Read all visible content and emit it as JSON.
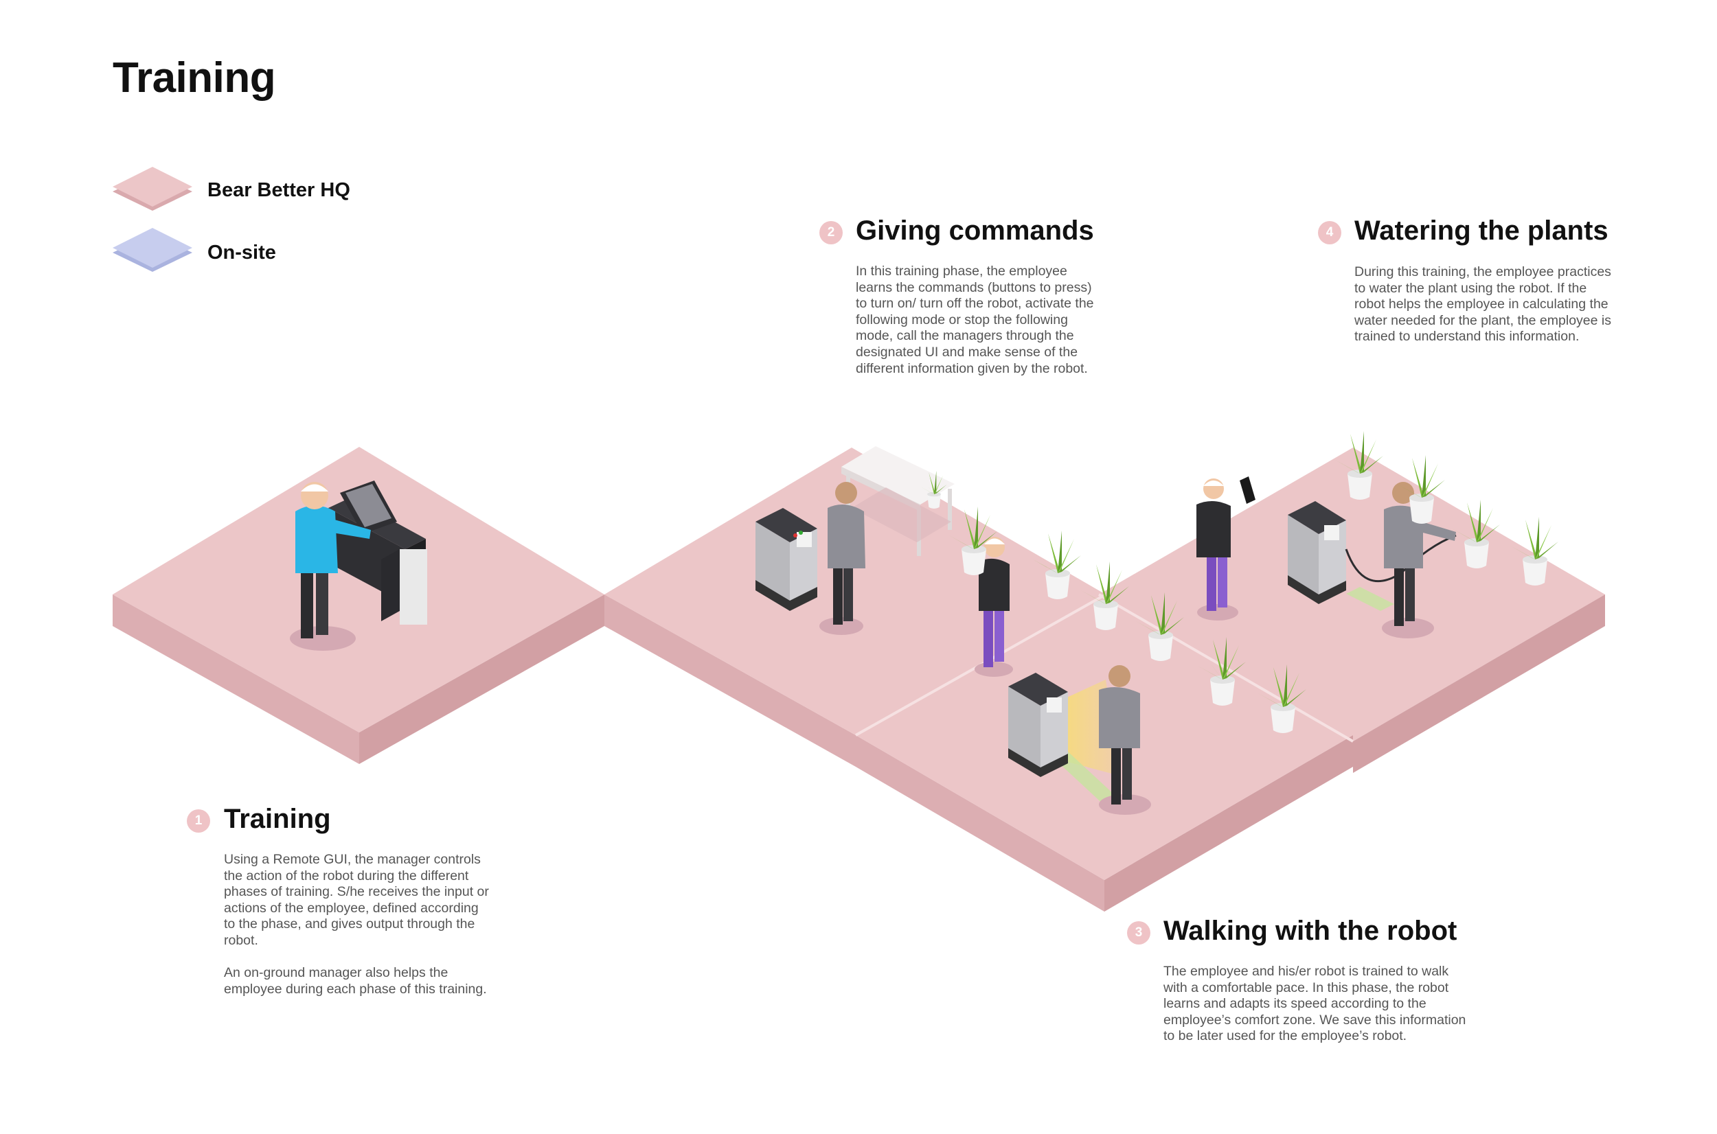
{
  "page": {
    "title": "Training"
  },
  "legend": [
    {
      "label": "Bear Better HQ",
      "color": "#ecc6c8"
    },
    {
      "label": "On-site",
      "color": "#c7cdee"
    }
  ],
  "colors": {
    "floor": "#ecc6c8",
    "floor_side": "#d9a9ad",
    "step_badge": "#efc3c6",
    "plant": "#7dbb3a",
    "robot": "#c9c9c9",
    "comfort_zone": "#f7dc7a",
    "employee_pants": "#7a4dbf",
    "manager_shirt": "#2ab6e6"
  },
  "steps": [
    {
      "number": "1",
      "title": "Training",
      "paragraphs": [
        "Using a Remote GUI, the manager controls\nthe action of the robot during the different\nphases of training. S/he receives the input or\nactions of the employee, defined according\nto the phase, and gives output through the\nrobot.",
        "An on-ground manager also helps the\nemployee during each phase of this training."
      ]
    },
    {
      "number": "2",
      "title": "Giving commands",
      "paragraphs": [
        "In this training phase, the employee\nlearns the commands (buttons to press)\nto turn on/ turn off the robot, activate the\nfollowing mode or stop the following\nmode, call the managers through the\ndesignated UI and make sense of the\ndifferent information given by the robot."
      ]
    },
    {
      "number": "3",
      "title": "Walking with the robot",
      "paragraphs": [
        "The employee and his/er robot is trained to walk\nwith a comfortable pace. In this phase, the robot\nlearns and adapts its speed according to the\nemployee’s comfort zone. We save this information\nto be later used for the employee’s robot."
      ]
    },
    {
      "number": "4",
      "title": "Watering the plants",
      "paragraphs": [
        "During this training, the employee practices\nto water the plant using the robot. If the\nrobot helps the employee in calculating the\nwater needed for the plant, the employee is\ntrained to understand this information."
      ]
    }
  ]
}
